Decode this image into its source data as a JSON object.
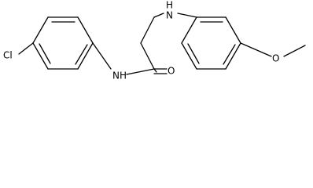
{
  "molecule": {
    "atoms": {
      "chloro": "Cl",
      "amide_n": "NH",
      "carbonyl_o": "O",
      "amine_n": "H\nN",
      "amine_n_h": "H",
      "amine_n_n": "N",
      "ether_o": "O"
    }
  },
  "colors": {
    "bond": "#000000",
    "text": "#000000",
    "background": "#ffffff"
  }
}
